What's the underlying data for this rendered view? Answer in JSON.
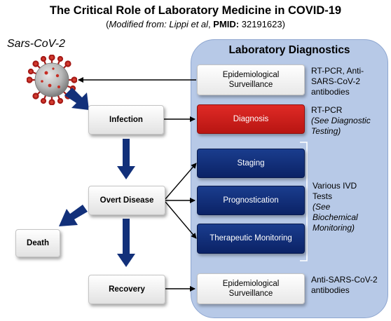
{
  "header": {
    "title": "The Critical Role of Laboratory Medicine in COVID-19",
    "subtitle_open": "(",
    "subtitle_mod": "Modified from: Lippi et al",
    "subtitle_sep": ", ",
    "subtitle_pmid": "PMID:",
    "subtitle_id": " 32191623)"
  },
  "virus_label": "Sars-CoV-2",
  "panel": {
    "title": "Laboratory Diagnostics"
  },
  "clinical": {
    "infection": "Infection",
    "overt_disease": "Overt Disease",
    "death": "Death",
    "recovery": "Recovery"
  },
  "diagnostics": {
    "epi_top": "Epidemiological Surveillance",
    "diagnosis": "Diagnosis",
    "staging": "Staging",
    "prognostication": "Prognostication",
    "therapeutic": "Therapeutic Monitoring",
    "epi_bottom": "Epidemiological Surveillance"
  },
  "notes": {
    "epi_top_line1": "RT-PCR, Anti-",
    "epi_top_line2": "SARS-CoV-2",
    "epi_top_line3": "antibodies",
    "diag_line1": "RT-PCR",
    "diag_line2": "(See Diagnostic",
    "diag_line3": "Testing)",
    "ivd_line1": "Various IVD",
    "ivd_line2": "Tests",
    "ivd_line3": "(See",
    "ivd_line4": "Biochemical",
    "ivd_line5": "Monitoring)",
    "epi_bottom_line1": "Anti-SARS-CoV-2",
    "epi_bottom_line2": "antibodies"
  },
  "colors": {
    "panel": "#b7c9e7",
    "navy": "#0b2266",
    "red": "#c81c18",
    "arrow": "#12307a"
  },
  "icons": [
    "coronavirus-icon"
  ]
}
